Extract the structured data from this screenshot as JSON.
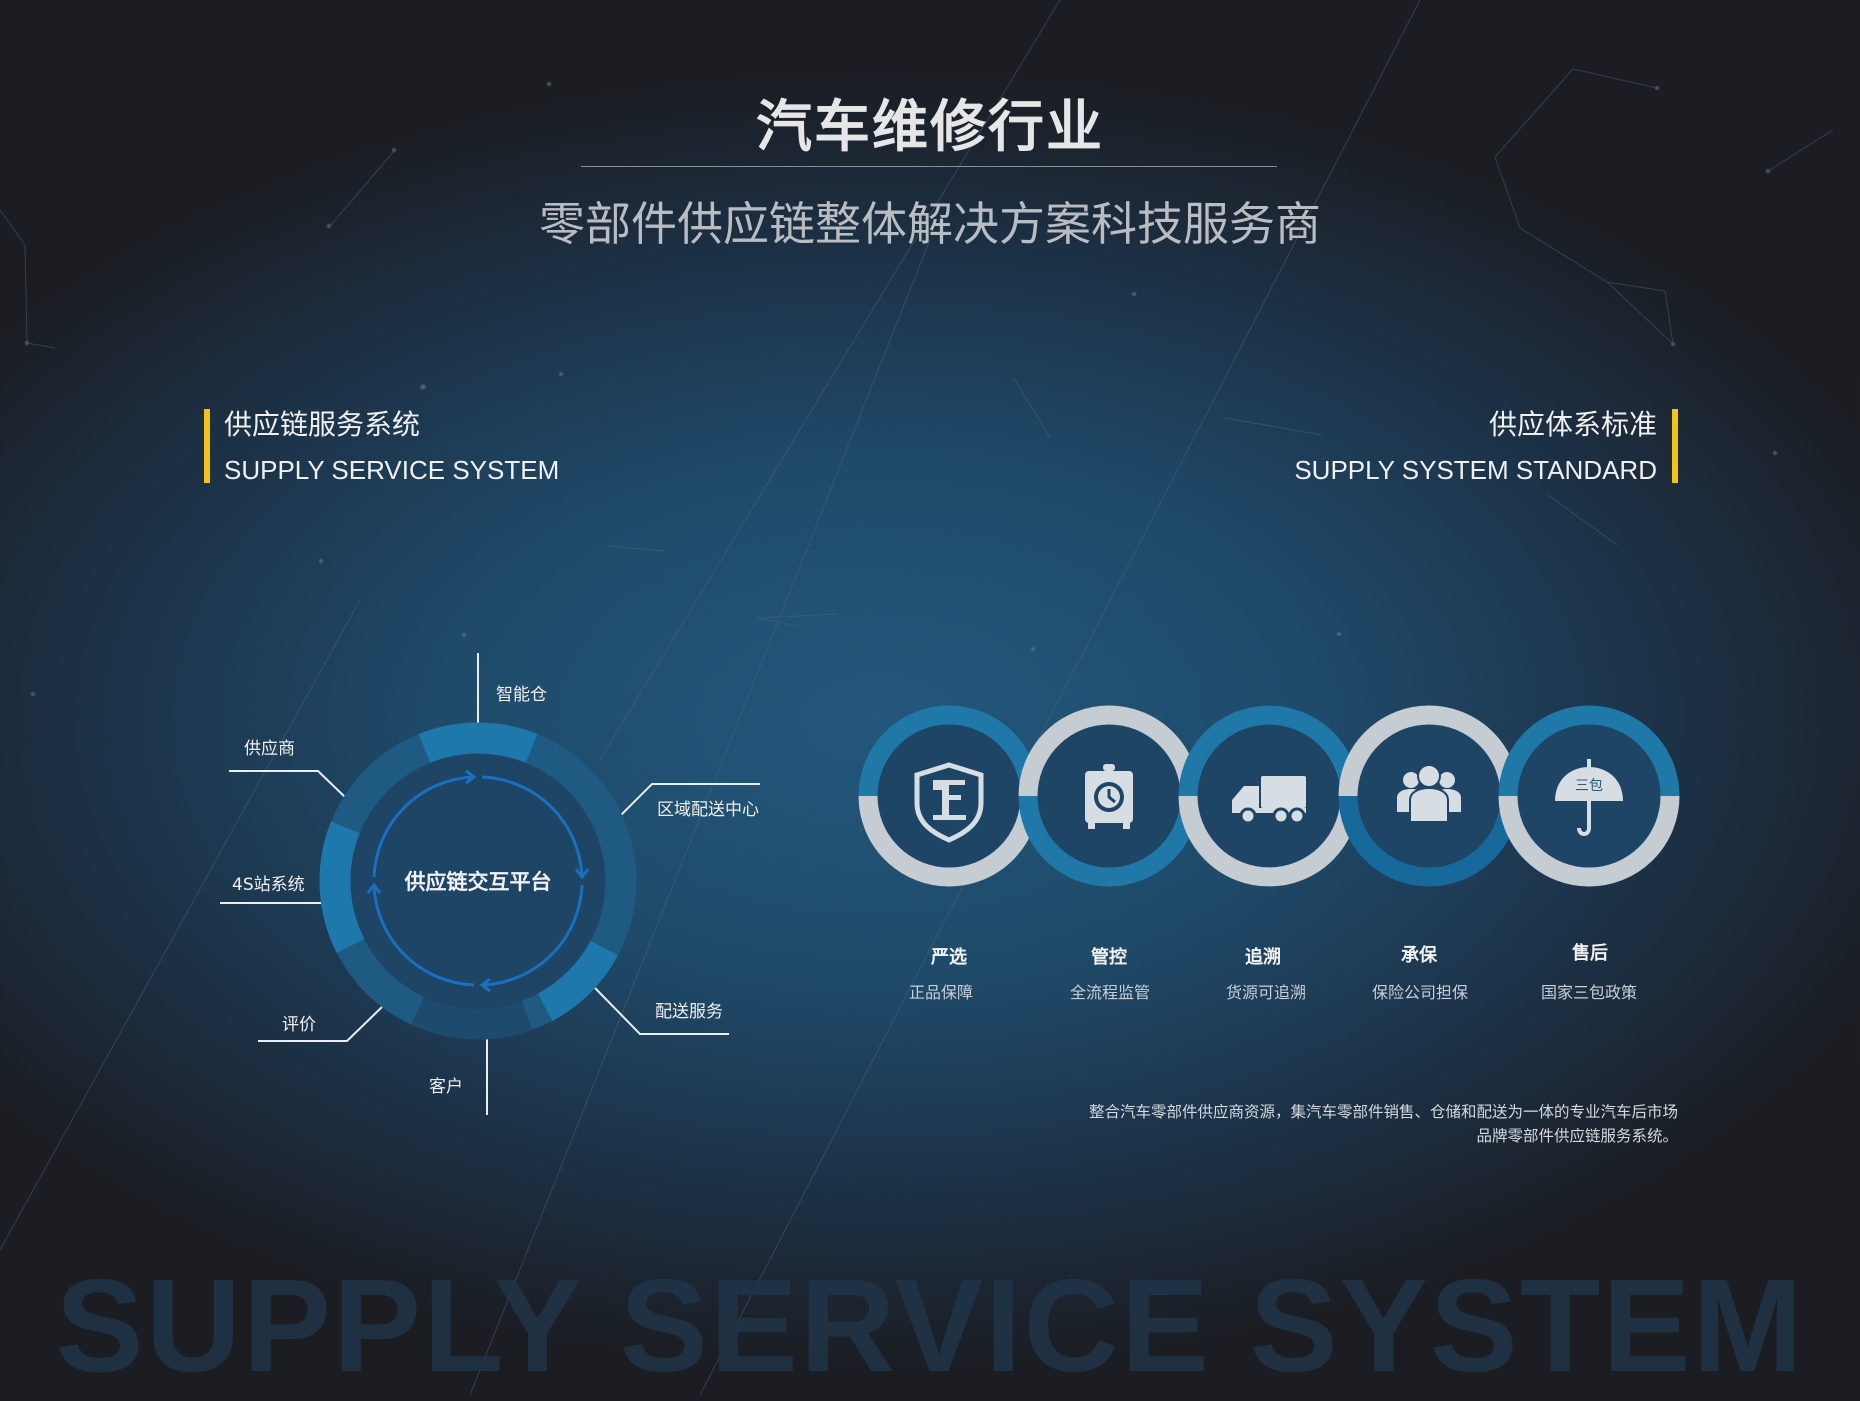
{
  "header": {
    "title": "汽车维修行业",
    "subtitle": "零部件供应链整体解决方案科技服务商"
  },
  "left_section": {
    "title_cn": "供应链服务系统",
    "title_en": "SUPPLY SERVICE SYSTEM"
  },
  "right_section": {
    "title_cn": "供应体系标准",
    "title_en": "SUPPLY SYSTEM STANDARD"
  },
  "diagram": {
    "center": "供应链交互平台",
    "nodes": [
      "智能仓",
      "区域配送中心",
      "配送服务",
      "客户",
      "评价",
      "4S站系统",
      "供应商"
    ]
  },
  "standards": [
    {
      "icon": "shield-zheng-icon",
      "title": "严选",
      "sub": "正品保障"
    },
    {
      "icon": "safe-clock-icon",
      "title": "管控",
      "sub": "全流程监管"
    },
    {
      "icon": "truck-icon",
      "title": "追溯",
      "sub": "货源可追溯"
    },
    {
      "icon": "people-icon",
      "title": "承保",
      "sub": "保险公司担保"
    },
    {
      "icon": "umbrella-icon",
      "title": "售后",
      "sub": "国家三包政策",
      "icon_text": "三包"
    }
  ],
  "description": [
    "整合汽车零部件供应商资源，集汽车零部件销售、仓储和配送为一体的专业汽车后市场",
    "品牌零部件供应链服务系统。"
  ],
  "watermark": "SUPPLY SERVICE SYSTEM",
  "colors": {
    "accent": "#f2c318",
    "ring_blue": "#1f78a8",
    "ring_gray": "#c5ccd2"
  }
}
